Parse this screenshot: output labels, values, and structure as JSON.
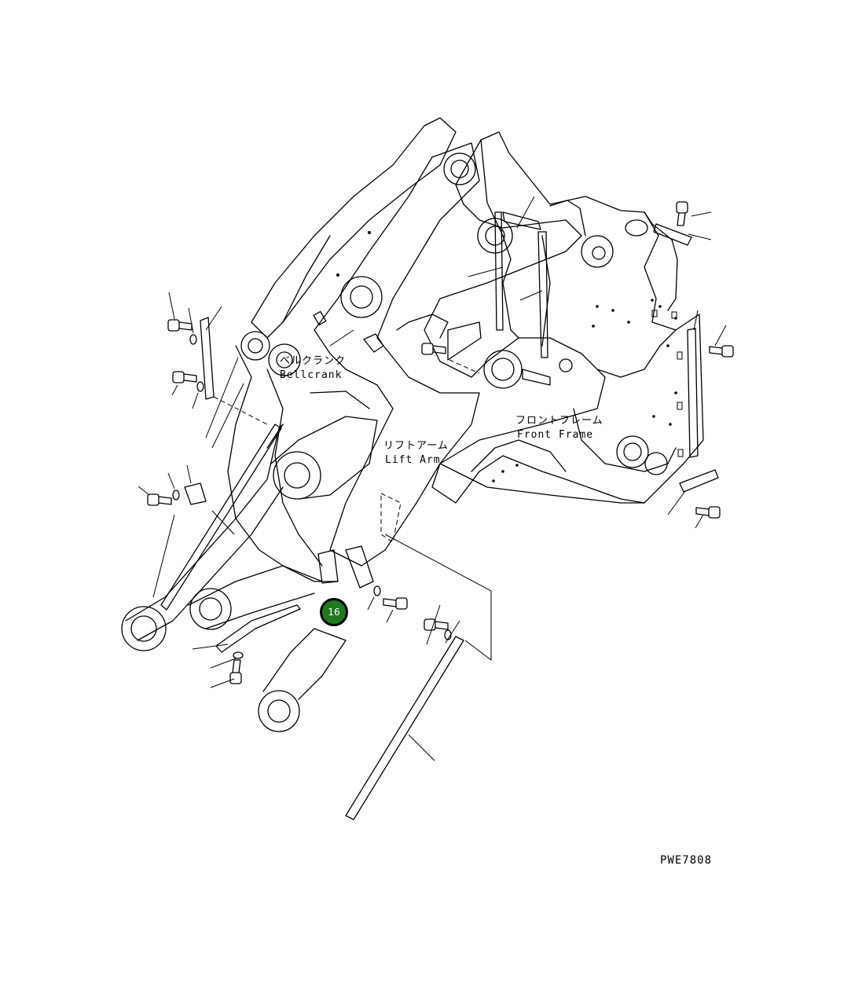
{
  "labels": {
    "bellcrank_ja": "ベルクランク",
    "bellcrank_en": "Bellcrank",
    "lift_arm_ja": "リフトアーム",
    "lift_arm_en": "Lift Arm",
    "front_frame_ja": "フロントフレーム",
    "front_frame_en": "Front Frame"
  },
  "callouts": [
    {
      "number": "16",
      "color": "#1f7a1f"
    }
  ],
  "drawing_code": "PWE7808"
}
